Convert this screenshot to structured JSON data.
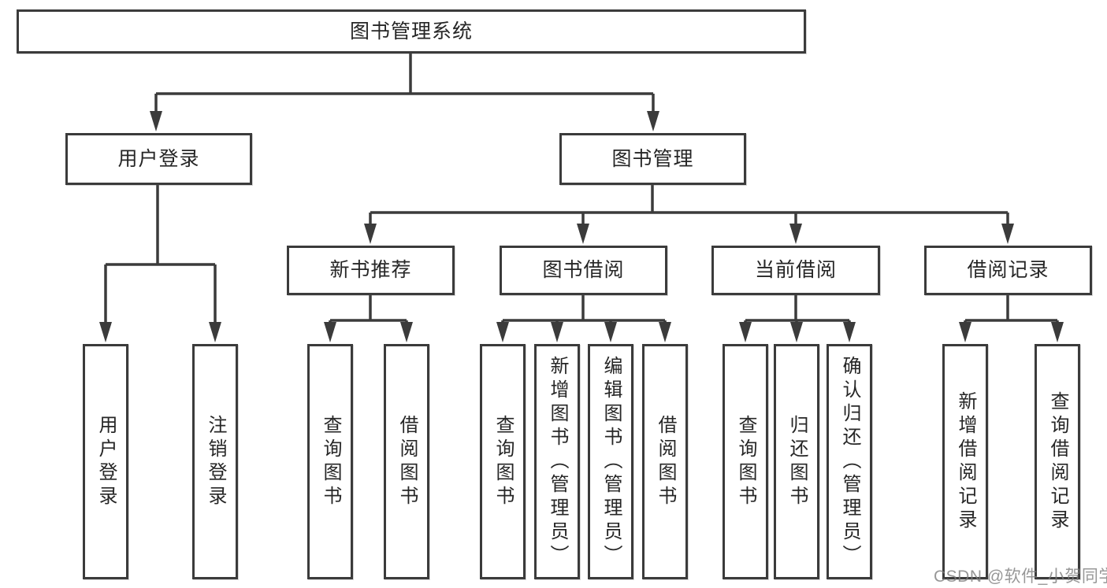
{
  "diagram": {
    "root": {
      "label": "图书管理系统"
    },
    "branches": [
      {
        "label": "用户登录",
        "children": [
          {
            "label": "用户登录"
          },
          {
            "label": "注销登录"
          }
        ]
      },
      {
        "label": "图书管理",
        "children": [
          {
            "label": "新书推荐",
            "children": [
              {
                "label": "查询图书"
              },
              {
                "label": "借阅图书"
              }
            ]
          },
          {
            "label": "图书借阅",
            "children": [
              {
                "label": "查询图书"
              },
              {
                "label": "新增图书（管理员）"
              },
              {
                "label": "编辑图书（管理员）"
              },
              {
                "label": "借阅图书"
              }
            ]
          },
          {
            "label": "当前借阅",
            "children": [
              {
                "label": "查询图书"
              },
              {
                "label": "归还图书"
              },
              {
                "label": "确认归还（管理员）"
              }
            ]
          },
          {
            "label": "借阅记录",
            "children": [
              {
                "label": "新增借阅记录"
              },
              {
                "label": "查询借阅记录"
              }
            ]
          }
        ]
      }
    ],
    "watermark": "CSDN @软件_小贺同学",
    "colors": {
      "line": "#3b3b3b",
      "box_border": "#3b3b3b",
      "box_fill": "#ffffff",
      "text": "#262626",
      "watermark": "#7d7d7d"
    }
  }
}
